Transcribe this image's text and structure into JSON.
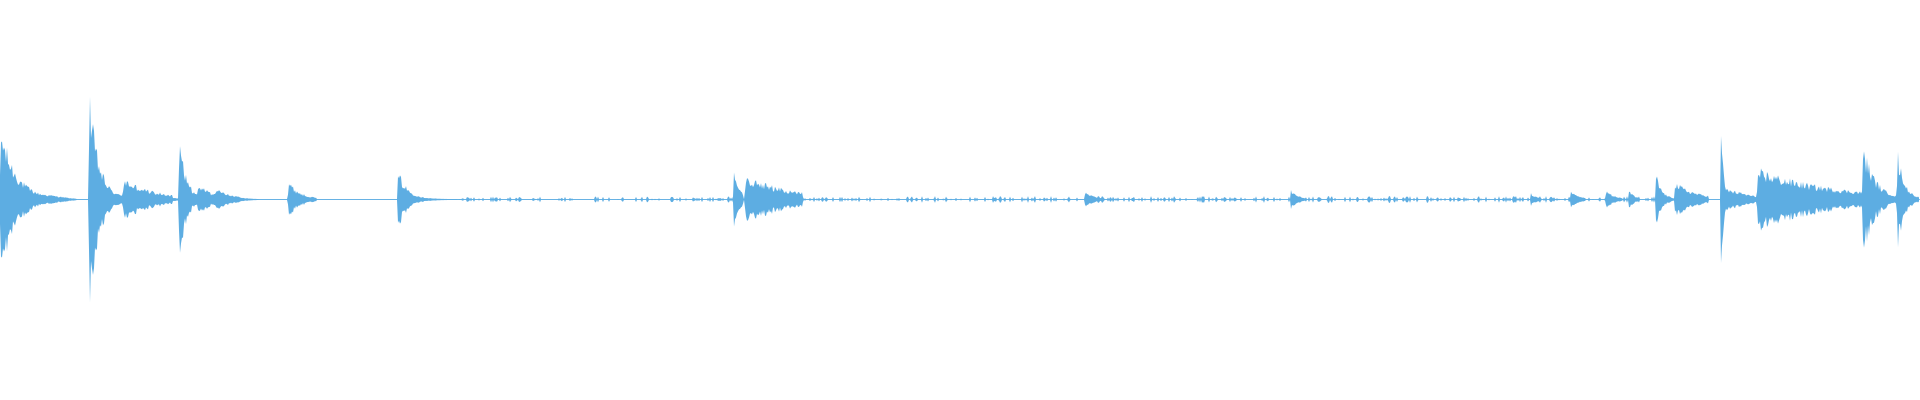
{
  "waveform": {
    "color": "#5dade2",
    "background": "#ffffff",
    "channels": 1,
    "events": [
      {
        "start": 0.0,
        "end": 0.04,
        "peak": 0.65,
        "decay": 0.2,
        "floor": 0.1
      },
      {
        "start": 0.046,
        "end": 0.1,
        "peak": 1.0,
        "decay": 0.09,
        "floor": 0.06
      },
      {
        "start": 0.064,
        "end": 0.09,
        "peak": 0.18,
        "decay": 0.6,
        "floor": 0.0
      },
      {
        "start": 0.093,
        "end": 0.135,
        "peak": 0.7,
        "decay": 0.08,
        "floor": 0.05
      },
      {
        "start": 0.103,
        "end": 0.115,
        "peak": 0.14,
        "decay": 0.6,
        "floor": 0.0
      },
      {
        "start": 0.112,
        "end": 0.125,
        "peak": 0.1,
        "decay": 0.6,
        "floor": 0.0
      },
      {
        "start": 0.15,
        "end": 0.165,
        "peak": 0.16,
        "decay": 0.4,
        "floor": 0.03
      },
      {
        "start": 0.207,
        "end": 0.24,
        "peak": 0.26,
        "decay": 0.15,
        "floor": 0.0
      },
      {
        "start": 0.382,
        "end": 0.387,
        "peak": 0.24,
        "decay": 0.6,
        "floor": 0.0
      },
      {
        "start": 0.388,
        "end": 0.418,
        "peak": 0.2,
        "decay": 0.8,
        "floor": 0.0
      },
      {
        "start": 0.565,
        "end": 0.575,
        "peak": 0.06,
        "decay": 0.5,
        "floor": 0.0
      },
      {
        "start": 0.672,
        "end": 0.68,
        "peak": 0.09,
        "decay": 0.4,
        "floor": 0.0
      },
      {
        "start": 0.797,
        "end": 0.803,
        "peak": 0.06,
        "decay": 0.5,
        "floor": 0.0
      },
      {
        "start": 0.818,
        "end": 0.826,
        "peak": 0.07,
        "decay": 0.5,
        "floor": 0.0
      },
      {
        "start": 0.836,
        "end": 0.845,
        "peak": 0.08,
        "decay": 0.5,
        "floor": 0.0
      },
      {
        "start": 0.848,
        "end": 0.853,
        "peak": 0.1,
        "decay": 0.5,
        "floor": 0.0
      },
      {
        "start": 0.862,
        "end": 0.872,
        "peak": 0.26,
        "decay": 0.3,
        "floor": 0.06
      },
      {
        "start": 0.872,
        "end": 0.89,
        "peak": 0.15,
        "decay": 0.6,
        "floor": 0.05
      },
      {
        "start": 0.896,
        "end": 0.92,
        "peak": 1.0,
        "decay": 0.05,
        "floor": 0.1
      },
      {
        "start": 0.915,
        "end": 0.97,
        "peak": 0.26,
        "decay": 0.7,
        "floor": 0.1
      },
      {
        "start": 0.97,
        "end": 0.995,
        "peak": 0.5,
        "decay": 0.25,
        "floor": 0.1
      },
      {
        "start": 0.988,
        "end": 1.0,
        "peak": 0.45,
        "decay": 0.3,
        "floor": 0.1
      }
    ],
    "noise": [
      {
        "start": 0.24,
        "end": 0.46,
        "level": 0.01
      },
      {
        "start": 0.46,
        "end": 0.862,
        "level": 0.012
      }
    ]
  }
}
